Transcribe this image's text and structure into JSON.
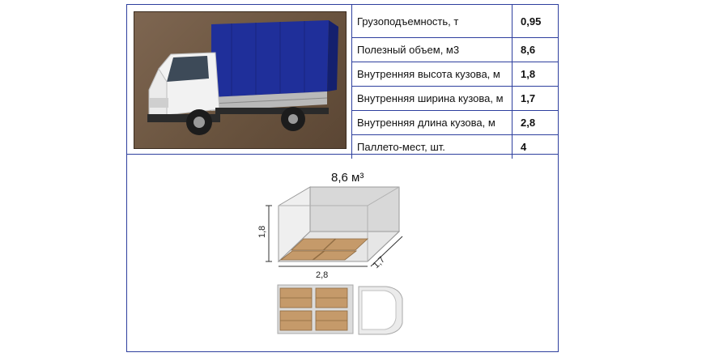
{
  "specs": [
    {
      "label": "Грузоподъемность, т",
      "value": "0,95"
    },
    {
      "label": "Полезный объем, м3",
      "value": "8,6"
    },
    {
      "label": "Внутренняя высота кузова, м",
      "value": "1,8"
    },
    {
      "label": "Внутренняя ширина кузова, м",
      "value": "1,7"
    },
    {
      "label": "Внутренняя длина кузова, м",
      "value": "2,8"
    },
    {
      "label": "Паллето-мест, шт.",
      "value": "4"
    }
  ],
  "diagram": {
    "volume_label": "8,6 м³",
    "height_label": "1,8",
    "length_label": "2,8",
    "width_label": "1,7"
  },
  "colors": {
    "border": "#2e3f9e",
    "tarp": "#1f2f9a",
    "pallet": "#c59a6a"
  },
  "icons": [
    "truck-photo",
    "cargo-box-diagram",
    "pallet-layout-diagram"
  ]
}
